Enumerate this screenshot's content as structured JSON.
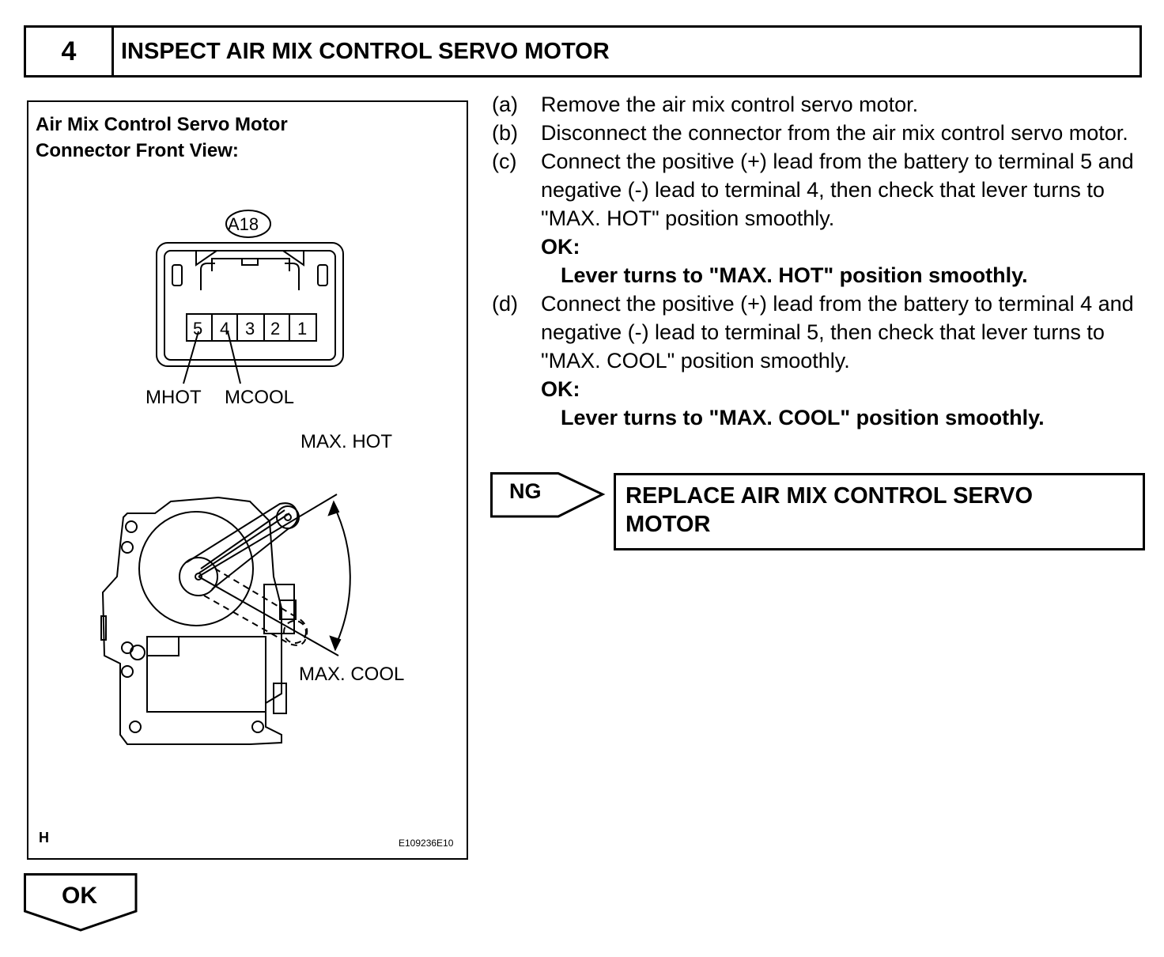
{
  "header": {
    "step_number": "4",
    "title": "INSPECT AIR MIX CONTROL SERVO MOTOR"
  },
  "figure": {
    "caption_line1": "Air Mix Control Servo Motor",
    "caption_line2": "Connector Front View:",
    "connector_id": "A18",
    "terminals": [
      "5",
      "4",
      "3",
      "2",
      "1"
    ],
    "pin_label_mhot": "MHOT",
    "pin_label_mcool": "MCOOL",
    "max_hot_label": "MAX. HOT",
    "max_cool_label": "MAX. COOL",
    "corner_mark": "H",
    "figure_code": "E109236E10"
  },
  "steps": [
    {
      "letter": "(a)",
      "text": "Remove the air mix control servo motor."
    },
    {
      "letter": "(b)",
      "text": "Disconnect the connector from the air mix control servo motor."
    },
    {
      "letter": "(c)",
      "text": "Connect the positive (+) lead from the battery to terminal 5 and negative (-) lead to terminal 4, then check that lever turns to \"MAX. HOT\" position smoothly.",
      "ok_label": "OK:",
      "ok_value": "Lever turns to \"MAX. HOT\" position smoothly."
    },
    {
      "letter": "(d)",
      "text": "Connect the positive (+) lead from the battery to terminal 4 and negative (-) lead to terminal 5, then check that lever turns to \"MAX. COOL\" position smoothly.",
      "ok_label": "OK:",
      "ok_value": "Lever turns to \"MAX. COOL\" position smoothly."
    }
  ],
  "ng": {
    "label": "NG",
    "action_line1": "REPLACE AIR MIX CONTROL SERVO",
    "action_line2": "MOTOR"
  },
  "ok_arrow": {
    "label": "OK"
  }
}
